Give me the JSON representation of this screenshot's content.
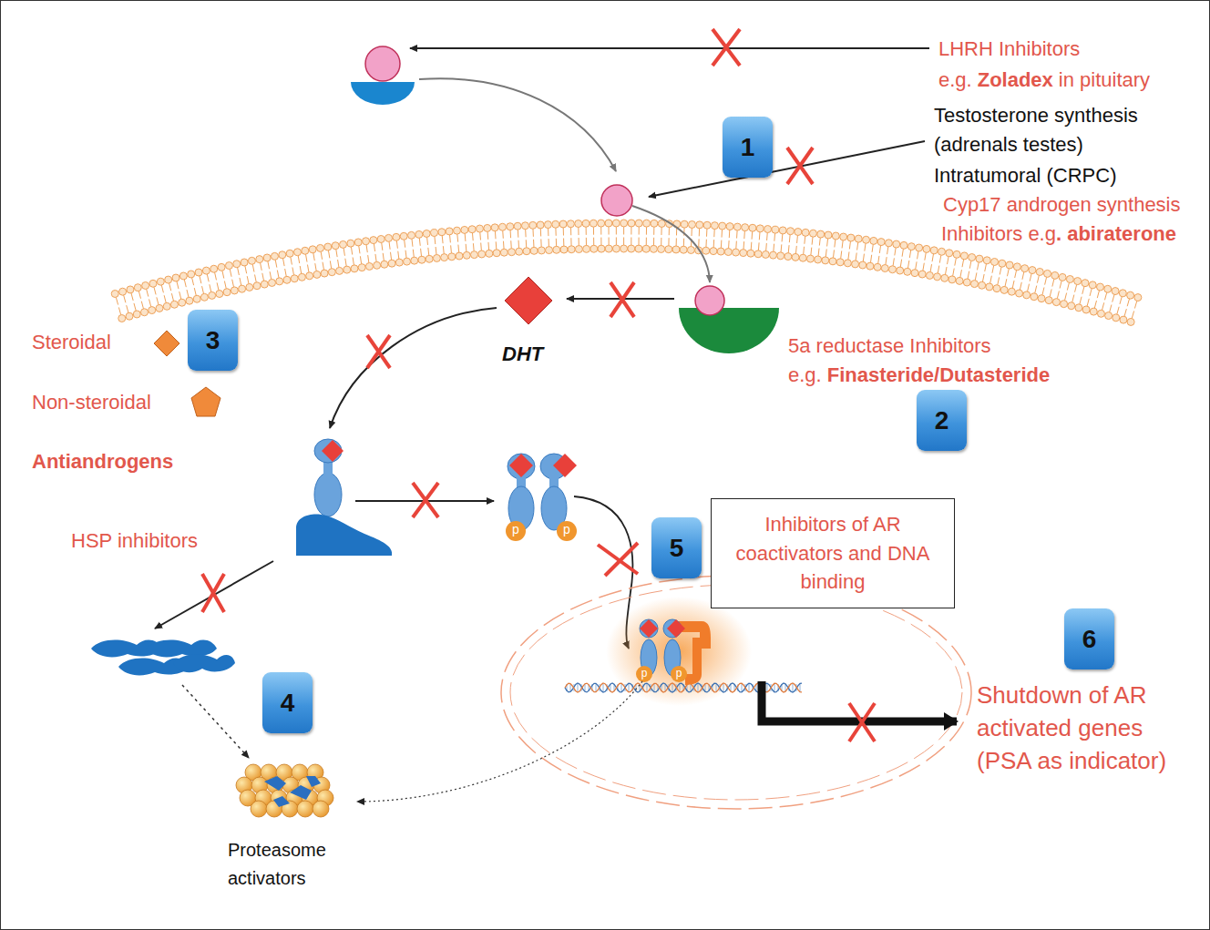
{
  "diagram": {
    "nodes": [
      {
        "text": [
          "1"
        ]
      },
      {
        "text": [
          "3"
        ]
      },
      {
        "text": [
          "2"
        ]
      },
      {
        "text": [
          "Inhibitors of AR coactivators and DNA binding"
        ]
      },
      {
        "text": [
          "5"
        ]
      },
      {
        "text": [
          "6"
        ]
      },
      {
        "text": [
          "4"
        ]
      }
    ],
    "labels": [
      "LHRH Inhibitors",
      "e.g.",
      "Zoladex",
      "in pituitary",
      "Testosterone synthesis",
      "(adrenals testes)",
      "Intratumoral (CRPC)",
      "Cyp17 androgen synthesis",
      "Inhibitors e.g",
      ". abiraterone",
      "DHT",
      "5a reductase Inhibitors",
      "e.g.",
      "Finasteride/Dutasteride",
      "Steroidal",
      "Non-steroidal",
      "Antiandrogens",
      "HSP inhibitors",
      "Shutdown of AR activated genes (PSA as indicator)",
      "Proteasome activators",
      "p",
      "p",
      "p",
      "p"
    ]
  }
}
